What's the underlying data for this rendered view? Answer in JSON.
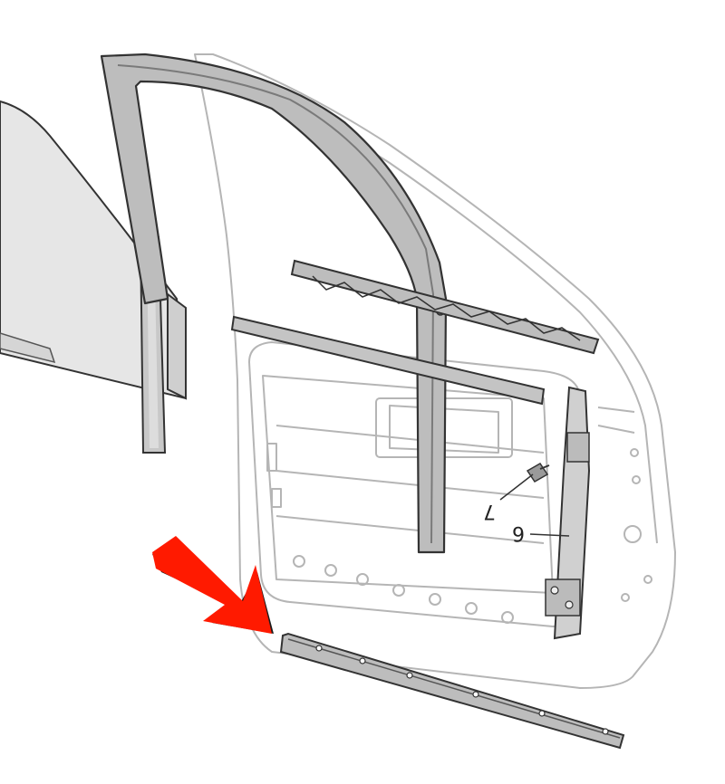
{
  "callouts": [
    {
      "id": "7",
      "label": "7",
      "rotate": 180
    },
    {
      "id": "6",
      "label": "6",
      "rotate": 180
    }
  ],
  "colors": {
    "line": "#9a9a9a",
    "dark_line": "#3a3a3a",
    "glass": "#e6e6e6",
    "frame": "#bdbdbd",
    "arrow": "#ff1a00",
    "arrow_shadow": "#1a1a1a"
  },
  "icons": {
    "highlight": "pointer-arrow-icon"
  }
}
